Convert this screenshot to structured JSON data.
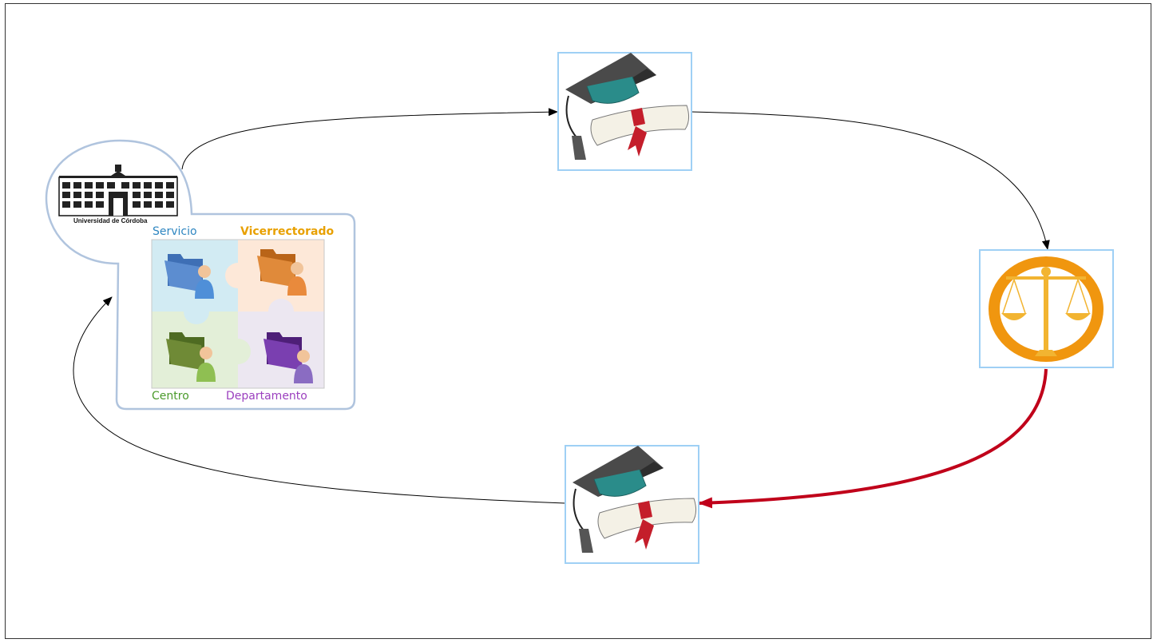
{
  "diagram": {
    "university": {
      "caption": "Universidad de Córdoba",
      "quadrants": [
        {
          "name": "servicio",
          "label": "Servicio",
          "color": "#2e86c1",
          "folder": "#3e6fb5",
          "person": "#4f8fd8",
          "bg": "#d2ebf3"
        },
        {
          "name": "vicerrectorado",
          "label": "Vicerrectorado",
          "color": "#e8a000",
          "folder": "#d07a20",
          "person": "#e98a3c",
          "bg": "#fde8d8"
        },
        {
          "name": "centro",
          "label": "Centro",
          "color": "#4a9a2a",
          "folder": "#5f7a2e",
          "person": "#8fbf52",
          "bg": "#e3efd8"
        },
        {
          "name": "departamento",
          "label": "Departamento",
          "color": "#9b3fbf",
          "folder": "#6a2e9a",
          "person": "#8a6cc2",
          "bg": "#ece7f1"
        }
      ]
    },
    "nodes": [
      {
        "name": "graduation-node-top",
        "icon": "graduation-cap-diploma-icon"
      },
      {
        "name": "justice-node",
        "icon": "scales-of-justice-icon"
      },
      {
        "name": "graduation-node-bottom",
        "icon": "graduation-cap-diploma-icon"
      }
    ],
    "edges": [
      {
        "from": "university",
        "to": "graduation-node-top",
        "color": "#000000"
      },
      {
        "from": "graduation-node-top",
        "to": "justice-node",
        "color": "#000000"
      },
      {
        "from": "justice-node",
        "to": "graduation-node-bottom",
        "color": "#c0001a",
        "emphasis": true
      },
      {
        "from": "graduation-node-bottom",
        "to": "university",
        "color": "#000000"
      }
    ],
    "colors": {
      "node_border": "#9fd0f5",
      "cloud_border": "#b0c4de",
      "justice_ring": "#f0960f"
    }
  }
}
